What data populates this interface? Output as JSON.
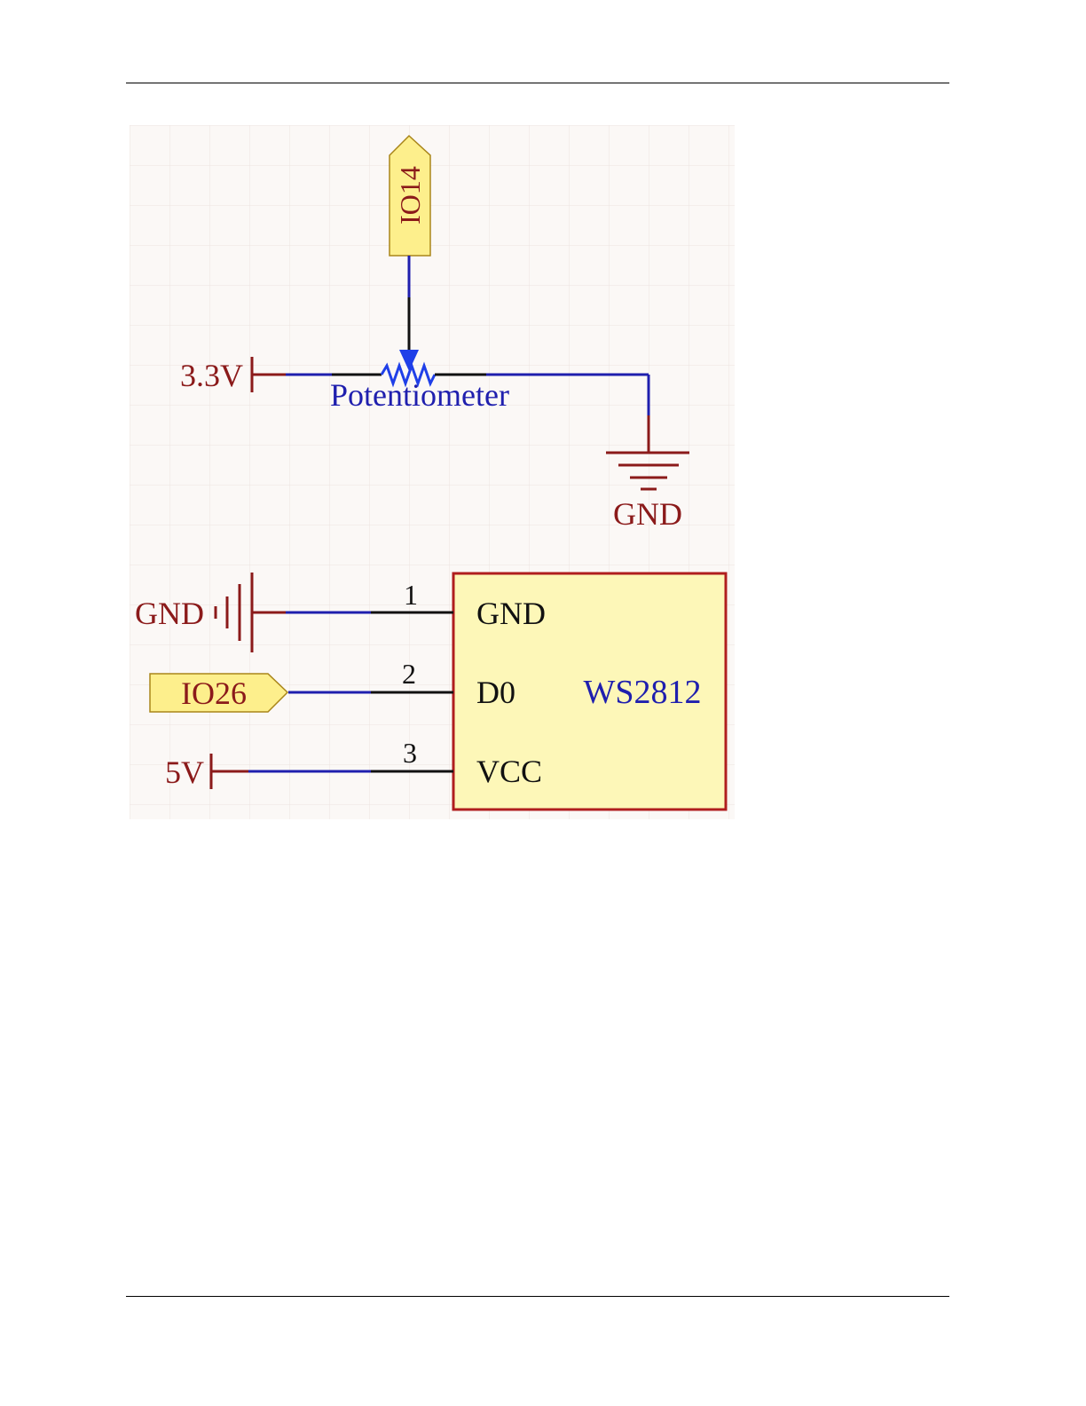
{
  "schematic": {
    "potentiometer": {
      "label": "Potentiometer",
      "wiper_port": "IO14",
      "power_label": "3.3V",
      "ground_label": "GND"
    },
    "ws2812": {
      "part_name": "WS2812",
      "pins": [
        {
          "number": "1",
          "name": "GND",
          "net": "GND"
        },
        {
          "number": "2",
          "name": "D0",
          "net": "IO26"
        },
        {
          "number": "3",
          "name": "VCC",
          "net": "5V"
        }
      ]
    }
  },
  "colors": {
    "wire": "#1f1fae",
    "power_symbol": "#8b1a1a",
    "port_fill": "#fdef8c",
    "component_fill": "#fdf7b8",
    "component_border": "#b01e1e",
    "pot_blue": "#1f3fe8",
    "grid_bg": "#fbf8f6",
    "grid_line": "#ece3e0"
  }
}
